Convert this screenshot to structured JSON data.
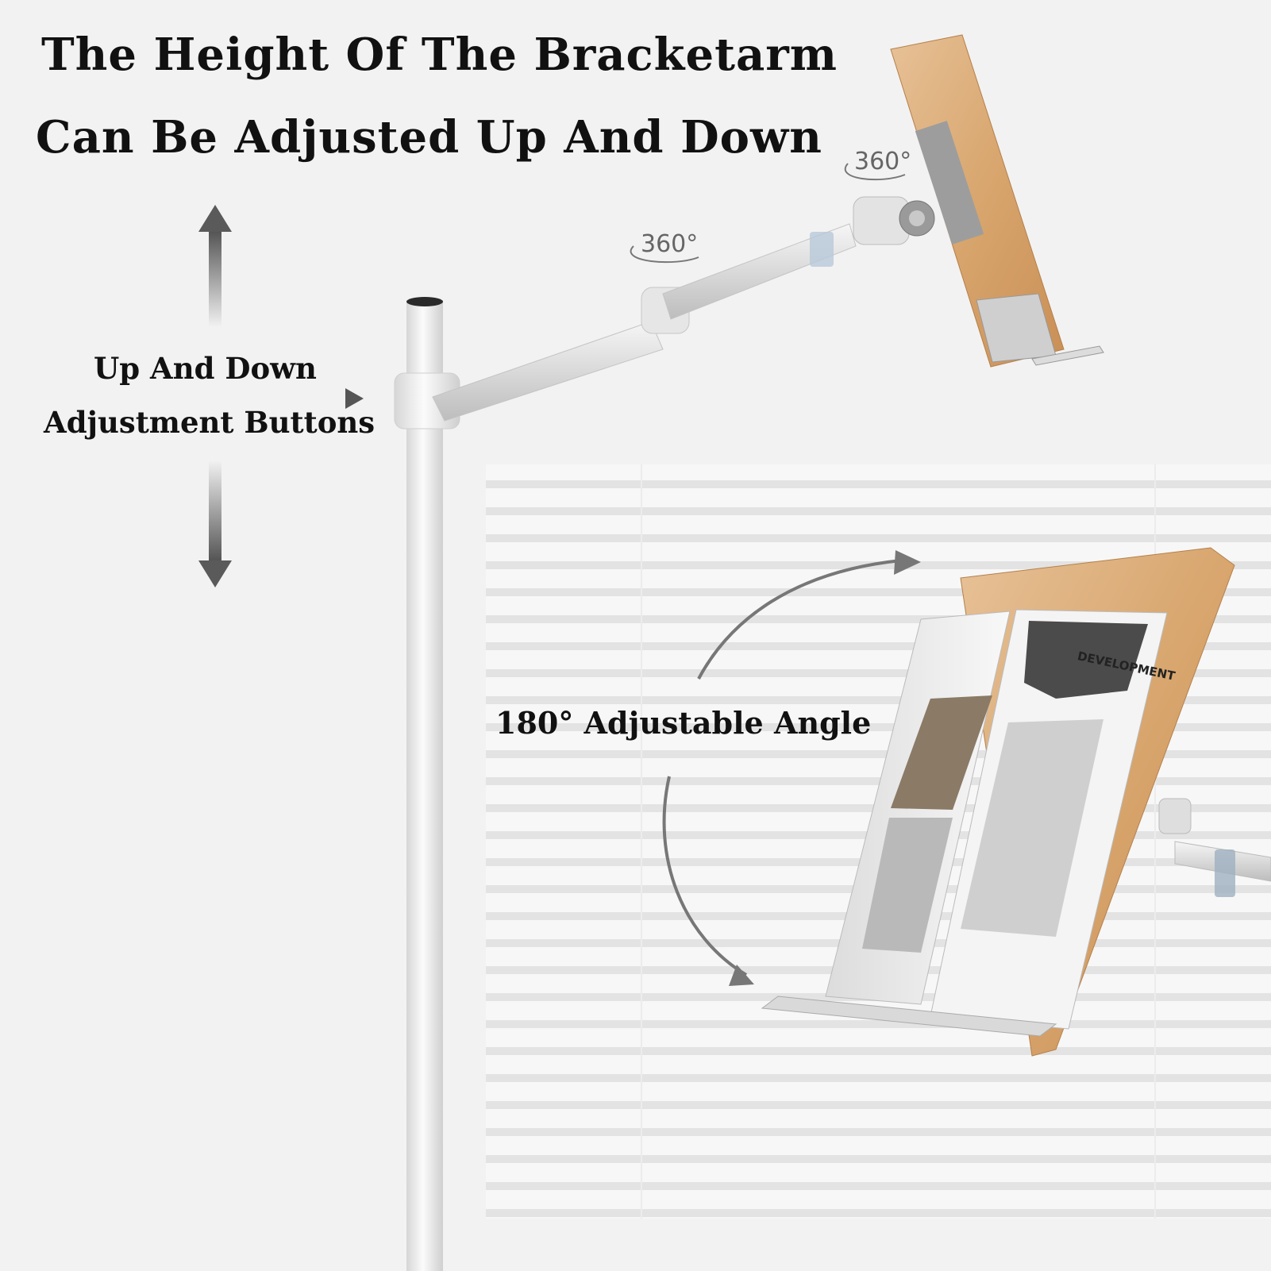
{
  "title": {
    "line1": "The Height Of The Bracketarm",
    "line2": "Can Be Adjusted Up And Down"
  },
  "updown_label": {
    "line1": "Up And Down",
    "line2": "Adjustment Buttons"
  },
  "angle_label": "180° Adjustable Angle",
  "rotation_labels": [
    "360°",
    "360°"
  ],
  "book_cover_text": "DEVELOPMENT",
  "colors": {
    "background": "#f2f2f2",
    "pole": "#e9e9e9",
    "wood": "#d9a871",
    "metal": "#c8c8c8",
    "arrow": "#666666",
    "text": "#111111"
  },
  "icons": [
    "up-down-arrow-icon",
    "pointer-arrow-icon",
    "rotate-360-icon",
    "curved-angle-arrow-icon"
  ]
}
